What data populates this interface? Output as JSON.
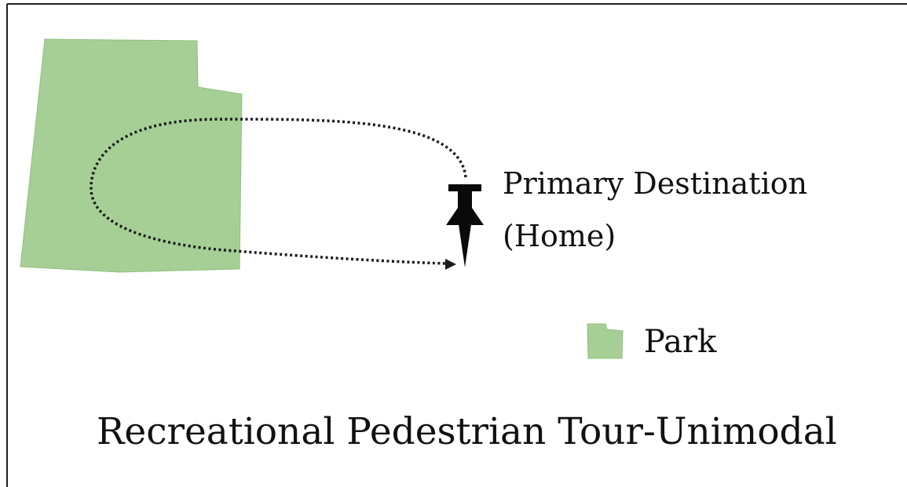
{
  "diagram": {
    "destination_line1": "Primary Destination",
    "destination_line2": "(Home)",
    "legend_label": "Park",
    "title": "Recreational Pedestrian Tour-Unimodal"
  },
  "colors": {
    "park_fill": "#a6cf95",
    "park_stroke": "#8fbf7e",
    "route": "#1a1a1a",
    "pin": "#0a0a0a"
  },
  "icons": {
    "destination": "pushpin-icon",
    "legend": "park-swatch-icon"
  }
}
